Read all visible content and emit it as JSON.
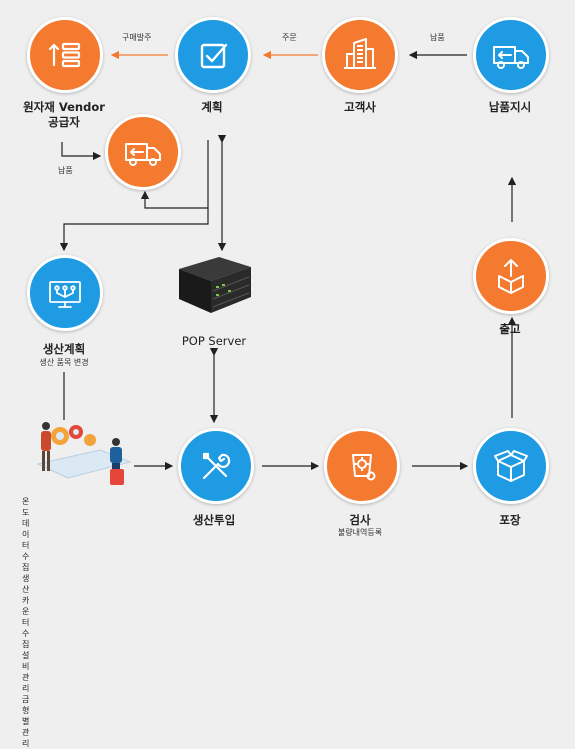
{
  "colors": {
    "orange": "#f47a30",
    "blue": "#1e9be2",
    "arrow_orange": "#f47a30",
    "arrow_dark": "#222222"
  },
  "nodes": {
    "supplier": {
      "label_line1": "원자재 Vendor",
      "label_line2": "공급자",
      "icon": "list-order-icon",
      "color": "orange"
    },
    "plan": {
      "label": "계획",
      "icon": "checkbox-icon",
      "color": "blue"
    },
    "customer": {
      "label": "고객사",
      "icon": "buildings-icon",
      "color": "orange"
    },
    "delivery_order": {
      "label": "납품지시",
      "icon": "delivery-truck-icon",
      "color": "blue"
    },
    "delivery_truck": {
      "icon": "delivery-truck-icon",
      "color": "orange"
    },
    "production_plan": {
      "label": "생산계획",
      "sub": "생산 품목 변경",
      "icon": "monitor-network-icon",
      "color": "blue"
    },
    "pop_server": {
      "label": "POP Server",
      "icon": "server-icon"
    },
    "shipping": {
      "label": "출고",
      "icon": "box-up-icon",
      "color": "orange"
    },
    "production_input": {
      "label": "생산투입",
      "icon": "tools-icon",
      "color": "blue"
    },
    "inspection": {
      "label": "검사",
      "sub": "불량내역등록",
      "icon": "inspection-gear-icon",
      "color": "orange"
    },
    "packing": {
      "label": "포장",
      "icon": "package-icon",
      "color": "blue"
    }
  },
  "edge_labels": {
    "purchase": "구매발주",
    "order": "주문",
    "delivery": "납품",
    "delivery2": "납품"
  },
  "data_collection": [
    "온도 데이터 수집",
    "생산 카운터 수집",
    "설비 관리",
    "금형별 관리"
  ]
}
